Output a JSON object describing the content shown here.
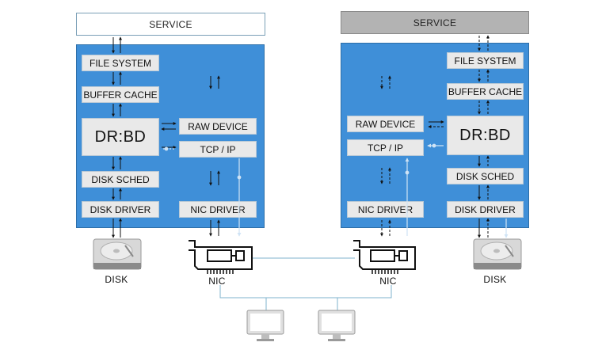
{
  "left_node": {
    "service": "SERVICE",
    "file_system": "FILE SYSTEM",
    "buffer_cache": "BUFFER CACHE",
    "drbd": "DR:BD",
    "raw_device": "RAW DEVICE",
    "tcp_ip": "TCP / IP",
    "disk_sched": "DISK SCHED",
    "disk_driver": "DISK DRIVER",
    "nic_driver": "NIC DRIVER"
  },
  "right_node": {
    "service": "SERVICE",
    "file_system": "FILE SYSTEM",
    "buffer_cache": "BUFFER CACHE",
    "drbd": "DR:BD",
    "raw_device": "RAW DEVICE",
    "tcp_ip": "TCP / IP",
    "disk_sched": "DISK SCHED",
    "disk_driver": "DISK DRIVER",
    "nic_driver": "NIC DRIVER"
  },
  "hardware": {
    "left_disk": "DISK",
    "left_nic": "NIC",
    "right_nic": "NIC",
    "right_disk": "DISK"
  },
  "colors": {
    "node_fill": "#3f8fd8",
    "box_fill": "#e9e9e9",
    "inactive_service": "#b3b3b3",
    "network_line": "#7fb3cc"
  }
}
